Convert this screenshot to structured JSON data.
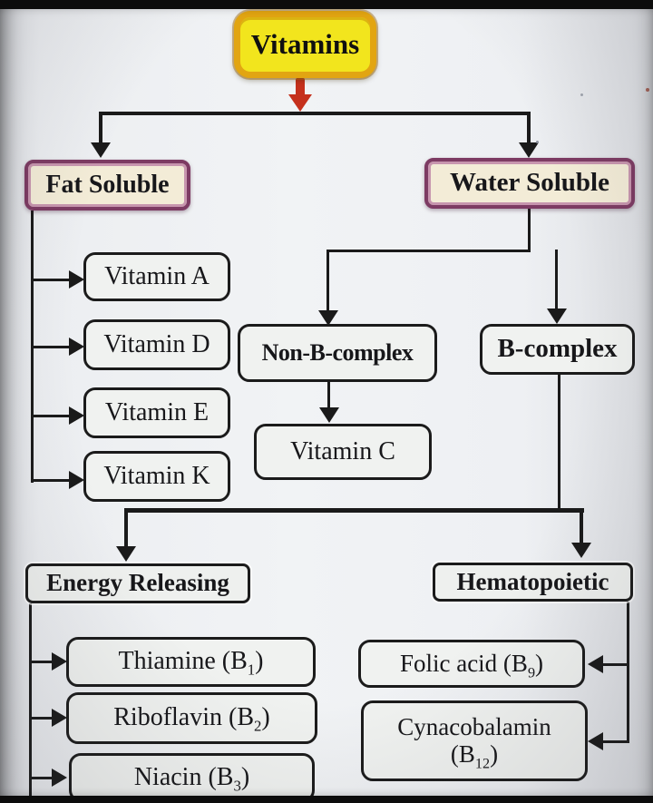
{
  "nodes": {
    "vitamins": {
      "label": "Vitamins"
    },
    "fat_soluble": {
      "label": "Fat Soluble"
    },
    "water_soluble": {
      "label": "Water Soluble"
    },
    "vitamin_a": {
      "label": "Vitamin A"
    },
    "vitamin_d": {
      "label": "Vitamin D"
    },
    "vitamin_e": {
      "label": "Vitamin E"
    },
    "vitamin_k": {
      "label": "Vitamin K"
    },
    "non_b_complex": {
      "label": "Non-B-complex"
    },
    "b_complex": {
      "label": "B-complex"
    },
    "vitamin_c": {
      "label": "Vitamin C"
    },
    "energy_releasing": {
      "label": "Energy Releasing"
    },
    "hematopoietic": {
      "label": "Hematopoietic"
    },
    "thiamine": {
      "pre": "Thiamine (B",
      "sub": "1",
      "post": ")"
    },
    "riboflavin": {
      "pre": "Riboflavin (B",
      "sub": "2",
      "post": ")"
    },
    "niacin": {
      "pre": "Niacin (B",
      "sub": "3",
      "post": ")"
    },
    "folic_acid": {
      "pre": "Folic acid (B",
      "sub": "9",
      "post": ")"
    },
    "cynacobalamin": {
      "line1": "Cynacobalamin",
      "pre2": "(B",
      "sub2": "12",
      "post2": ")"
    }
  },
  "edges": [
    {
      "from": "Vitamins",
      "to": "Fat Soluble"
    },
    {
      "from": "Vitamins",
      "to": "Water Soluble"
    },
    {
      "from": "Fat Soluble",
      "to": "Vitamin A"
    },
    {
      "from": "Fat Soluble",
      "to": "Vitamin D"
    },
    {
      "from": "Fat Soluble",
      "to": "Vitamin E"
    },
    {
      "from": "Fat Soluble",
      "to": "Vitamin K"
    },
    {
      "from": "Water Soluble",
      "to": "Non-B-complex"
    },
    {
      "from": "Water Soluble",
      "to": "B-complex"
    },
    {
      "from": "Non-B-complex",
      "to": "Vitamin C"
    },
    {
      "from": "B-complex",
      "to": "Energy Releasing"
    },
    {
      "from": "B-complex",
      "to": "Hematopoietic"
    },
    {
      "from": "Energy Releasing",
      "to": "Thiamine (B1)"
    },
    {
      "from": "Energy Releasing",
      "to": "Riboflavin (B2)"
    },
    {
      "from": "Energy Releasing",
      "to": "Niacin (B3)"
    },
    {
      "from": "Hematopoietic",
      "to": "Folic acid (B9)"
    },
    {
      "from": "Hematopoietic",
      "to": "Cynacobalamin (B12)"
    }
  ],
  "colors": {
    "root_fill": "#f2e51d",
    "root_border": "#e2a512",
    "purple_border": "#7d3b63",
    "purple_fill": "#f3ecd7",
    "box_fill": "#f0f2f0",
    "line": "#1a1a1a",
    "arrow_red": "#c5301c",
    "background": "#eef0f3"
  }
}
